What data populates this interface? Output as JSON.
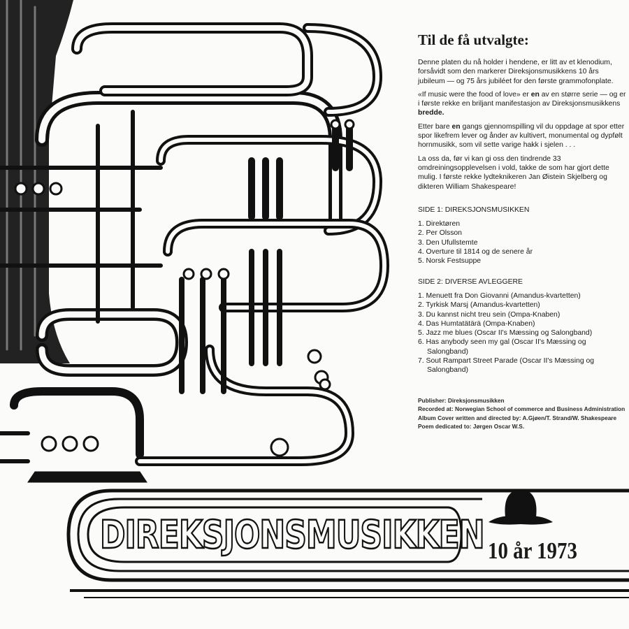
{
  "heading": "Til de få utvalgte:",
  "paragraphs": {
    "p1": "Denne platen du nå holder i hendene, er litt av et klenodium, forsåvidt som den markerer Direksjonsmusikkens 10 års jubileum — og 75 års jubiléet for den første grammofonplate.",
    "p2a": "«If music were the food of love» er ",
    "p2b": "en",
    "p2c": " av en større serie — og er i første rekke en briljant manifestasjon av Direksjonsmusikkens ",
    "p2d": "bredde.",
    "p3a": "Etter bare ",
    "p3b": "en",
    "p3c": " gangs gjennomspilling vil du oppdage at spor etter spor likefrem lever og ånder av kultivert, monumental og dypfølt hornmusikk, som vil sette varige hakk i sjelen . . .",
    "p4": "La oss da, før vi kan gi oss den tindrende 33 omdreiningsopplevelsen i vold, takke de som har gjort dette mulig. I første rekke lydteknikeren Jan Øistein Skjelberg og dikteren William Shakespeare!"
  },
  "side1": {
    "title": "SIDE 1: DIREKSJONSMUSIKKEN",
    "tracks": [
      "1. Direktøren",
      "2. Per Olsson",
      "3. Den Ufullstemte",
      "4. Overture til 1814 og de senere år",
      "5. Norsk Festsuppe"
    ]
  },
  "side2": {
    "title": "SIDE 2: DIVERSE AVLEGGERE",
    "tracks": [
      "1. Menuett fra Don Giovanni (Amandus-kvartetten)",
      "2. Tyrkisk Marsj (Amandus-kvartetten)",
      "3. Du kannst nicht treu sein (Ompa-Knaben)",
      "4. Das Humtatätärä (Ompa-Knaben)",
      "5. Jazz me blues (Oscar II's Mæssing og Salongband)",
      "6. Has anybody seen my gal (Oscar II's Mæssing og Salongband)",
      "7. Sout Rampart Street Parade (Oscar II's Mæssing og Salongband)"
    ]
  },
  "credits": {
    "publisher": "Publisher: Direksjonsmusikken",
    "recorded": "Recorded at: Norwegian School of commerce and Business Administration",
    "cover": "Album Cover written and directed by: A.Gjøen/T. Strand/W. Shakespeare",
    "poem": "Poem dedicated to: Jørgen Oscar W.S."
  },
  "brand": "DIREKSJONSMUSIKKEN",
  "anniversary": "10 år 1973"
}
